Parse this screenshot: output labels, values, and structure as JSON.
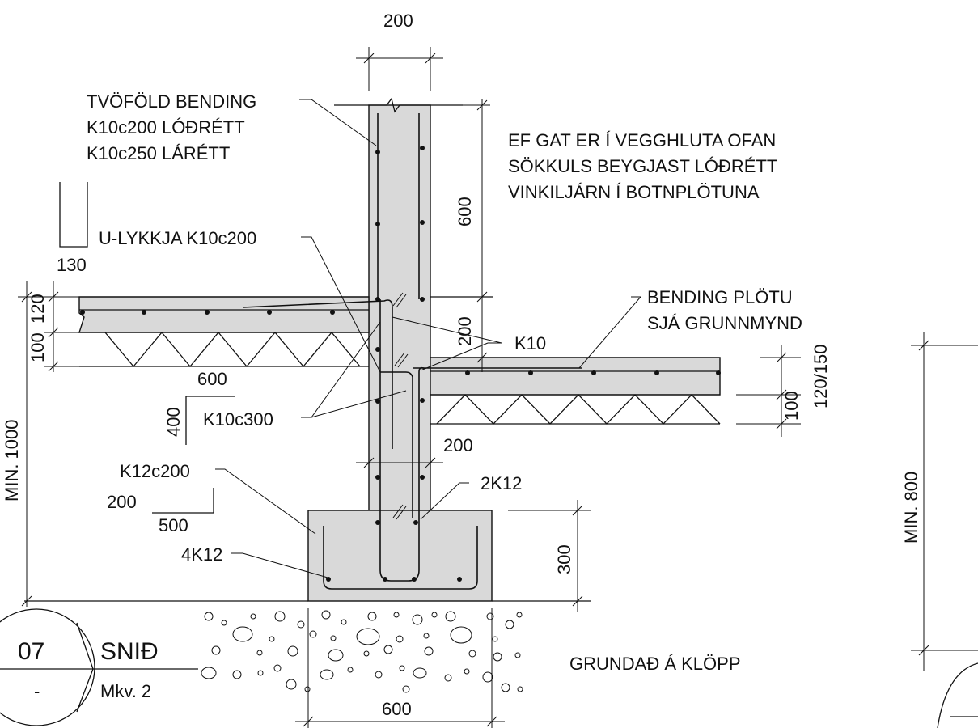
{
  "labels": {
    "wall_rebar_1": "TVÖFÖLD BENDING",
    "wall_rebar_2": "K10c200 LÓÐRÉTT",
    "wall_rebar_3": "K10c250 LÁRÉTT",
    "note_1": "EF GAT ER Í VEGGHLUTA OFAN",
    "note_2": "SÖKKULS BEYGJAST LÓÐRÉTT",
    "note_3": "VINKILJÁRN Í BOTNPLÖTUNA",
    "u_loop": "U-LYKKJA K10c200",
    "slab_rebar_1": "BENDING PLÖTU",
    "slab_rebar_2": "SJÁ GRUNNMYND",
    "k10": "K10",
    "k10c300": "K10c300",
    "k12c200": "K12c200",
    "two_k12": "2K12",
    "four_k12": "4K12",
    "foundation": "GRUNDAÐ Á KLÖPP"
  },
  "dimensions": {
    "wall_width": "200",
    "upper_wall": "600",
    "slab_step": "200",
    "hook_130": "130",
    "slab_120": "120",
    "slab_100": "100",
    "lap_600": "600",
    "bend_400": "400",
    "lower_wall_200": "200",
    "min_1000": "MIN. 1000",
    "bend_200": "200",
    "bend_500": "500",
    "footing_300": "300",
    "footing_600": "600",
    "slab_120_150": "120/150",
    "slab_100_right": "100",
    "min_800": "MIN. 800"
  },
  "title_block": {
    "number": "07",
    "sheet": "-",
    "title": "SNIÐ",
    "scale": "Mkv. 2"
  }
}
